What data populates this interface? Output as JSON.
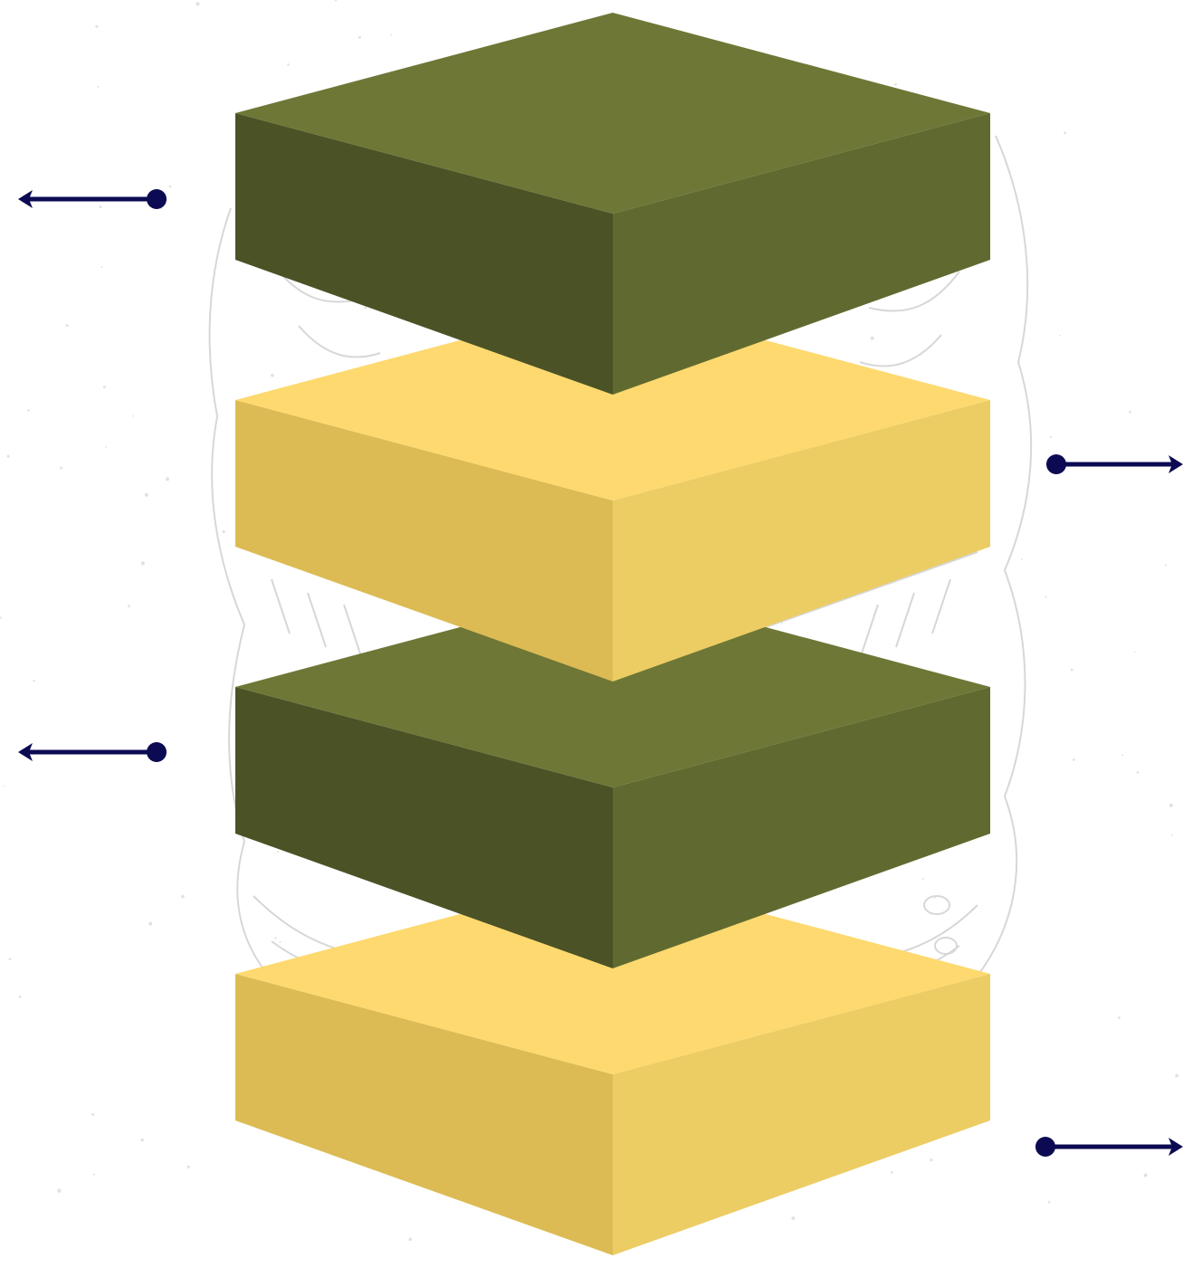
{
  "colors": {
    "dark_top": "#6e7736",
    "dark_left": "#4b5226",
    "dark_right": "#606a30",
    "light_top": "#fdd96f",
    "light_left": "#dcbb55",
    "light_right": "#eccd64",
    "arrow": "#0c0a52",
    "watermark_stroke": "#d3d3d3",
    "background": "#ffffff"
  },
  "layers": [
    {
      "shade": "dark"
    },
    {
      "shade": "light"
    },
    {
      "shade": "dark"
    },
    {
      "shade": "light"
    }
  ],
  "connectors": [
    {
      "layer": 1,
      "side": "left",
      "arrowhead": "arrow-left-icon"
    },
    {
      "layer": 2,
      "side": "right",
      "arrowhead": "arrow-right-icon"
    },
    {
      "layer": 3,
      "side": "left",
      "arrowhead": "arrow-left-icon"
    },
    {
      "layer": 4,
      "side": "right",
      "arrowhead": "arrow-right-icon"
    }
  ],
  "background_art": "watermark-emblem-icon"
}
